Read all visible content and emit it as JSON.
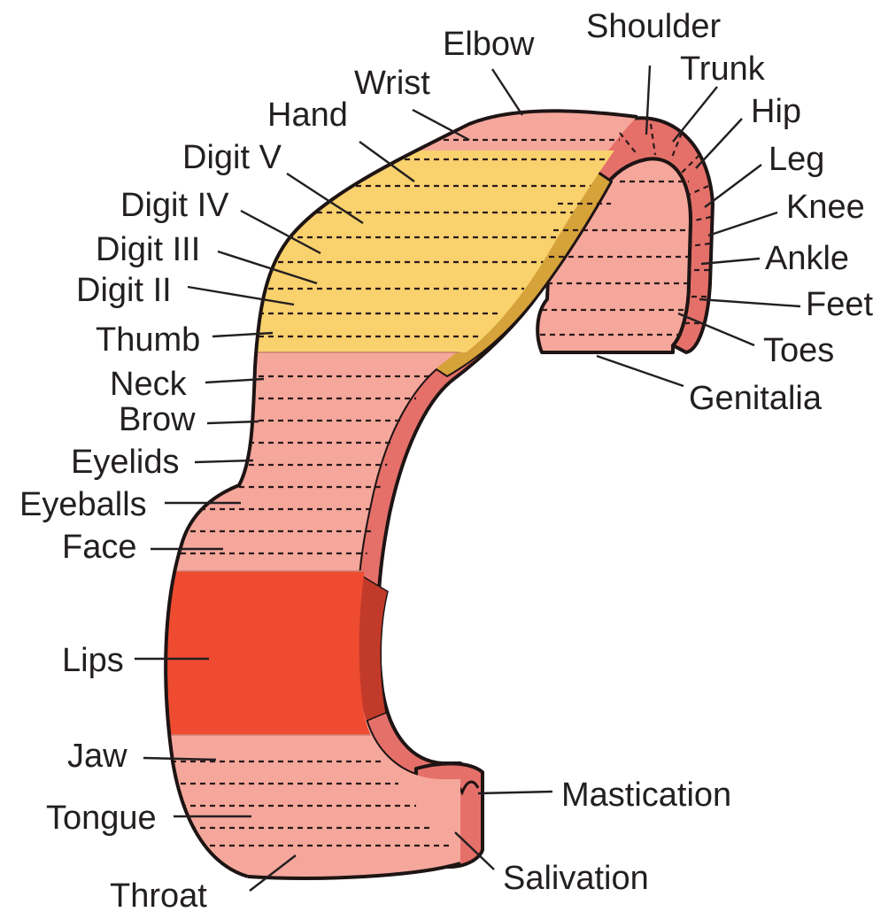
{
  "colors": {
    "pink": "#f6a79c",
    "yellow": "#f9d16d",
    "red": "#ee4b31",
    "edge_salmon": "#e5706a",
    "edge_yellow": "#d6a23a",
    "edge_red": "#c23b2a",
    "outline": "#1e1414",
    "label": "#231f20"
  },
  "labels": {
    "shoulder": "Shoulder",
    "elbow": "Elbow",
    "trunk": "Trunk",
    "wrist": "Wrist",
    "hip": "Hip",
    "hand": "Hand",
    "leg": "Leg",
    "digit_v": "Digit V",
    "knee": "Knee",
    "digit_iv": "Digit IV",
    "digit_iii": "Digit III",
    "ankle": "Ankle",
    "digit_ii": "Digit II",
    "feet": "Feet",
    "thumb": "Thumb",
    "toes": "Toes",
    "neck": "Neck",
    "genitalia": "Genitalia",
    "brow": "Brow",
    "eyelids": "Eyelids",
    "eyeballs": "Eyeballs",
    "face": "Face",
    "lips": "Lips",
    "jaw": "Jaw",
    "mastication": "Mastication",
    "tongue": "Tongue",
    "salivation": "Salivation",
    "throat": "Throat"
  }
}
